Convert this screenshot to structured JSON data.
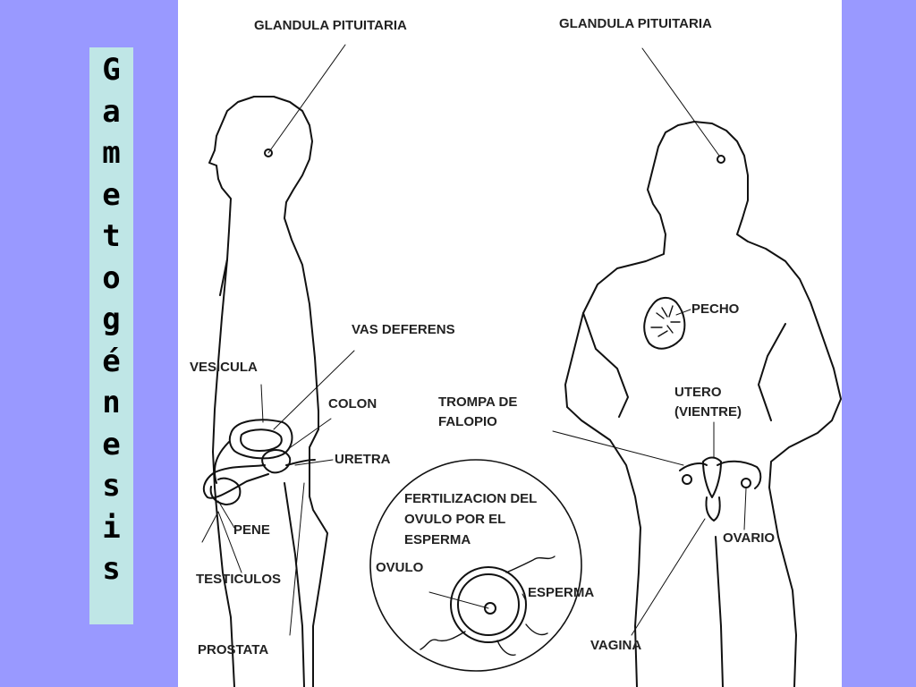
{
  "side_title": {
    "letters": [
      "G",
      "a",
      "m",
      "e",
      "t",
      "o",
      "g",
      "é",
      "n",
      "e",
      "s",
      "i",
      "s"
    ]
  },
  "labels": {
    "pituitary_male": "GLANDULA PITUITARIA",
    "pituitary_female": "GLANDULA PITUITARIA",
    "vas_deferens": "VAS DEFERENS",
    "vesicula": "VESICULA",
    "colon": "COLON",
    "uretra": "URETRA",
    "pene": "PENE",
    "testiculos": "TESTICULOS",
    "prostata": "PROSTATA",
    "pecho": "PECHO",
    "utero_1": "UTERO",
    "utero_2": "(VIENTRE)",
    "trompa_1": "TROMPA DE",
    "trompa_2": "FALOPIO",
    "ovario": "OVARIO",
    "vagina": "VAGINA",
    "fertilizacion_1": "FERTILIZACION DEL",
    "fertilizacion_2": "OVULO POR EL",
    "fertilizacion_3": "ESPERMA",
    "ovulo": "OVULO",
    "esperma": "ESPERMA"
  },
  "colors": {
    "background": "#9999ff",
    "title_box": "#bfe6e6",
    "panel": "#ffffff",
    "line": "#111111"
  }
}
